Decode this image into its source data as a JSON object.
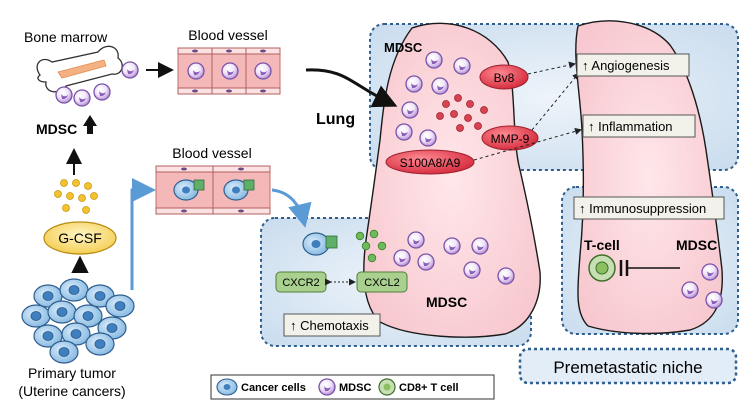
{
  "labels": {
    "bone_marrow": "Bone marrow",
    "blood_vessel_top": "Blood vessel",
    "blood_vessel_mid": "Blood vessel",
    "mdsc_up": "MDSC",
    "gcsf": "G-CSF",
    "primary_tumor": "Primary tumor",
    "uterine_cancers": "(Uterine cancers)",
    "lung": "Lung",
    "mdsc_top_panel": "MDSC",
    "bv8": "Bv8",
    "mmp9": "MMP-9",
    "s100": "S100A8/A9",
    "angiogenesis": "↑ Angiogenesis",
    "inflammation": "↑ Inflammation",
    "immunosuppression": "↑ Immunosuppression",
    "tcell": "T-cell",
    "mdsc_right_panel": "MDSC",
    "cxcr2": "CXCR2",
    "cxcl2": "CXCL2",
    "mdsc_bottom_panel": "MDSC",
    "chemotaxis": "↑ Chemotaxis",
    "premetastatic_niche": "Premetastatic niche"
  },
  "legend": {
    "cancer_cells": "Cancer cells",
    "mdsc": "MDSC",
    "cd8": "CD8+ T cell"
  },
  "colors": {
    "panel_fill": "#dce8f4",
    "panel_border": "#2f5f8f",
    "lung_fill": "#fbe3e6",
    "vessel_fill": "#f7c3c3",
    "mdsc_purple": "#9a6fc0",
    "cancer_blue": "#5b9bd5",
    "bubble_red": "#e03a4a",
    "gcsf_yellow": "#ffe48a",
    "green_box": "#a9d08e",
    "arrow_blue": "#5b9bd5"
  }
}
